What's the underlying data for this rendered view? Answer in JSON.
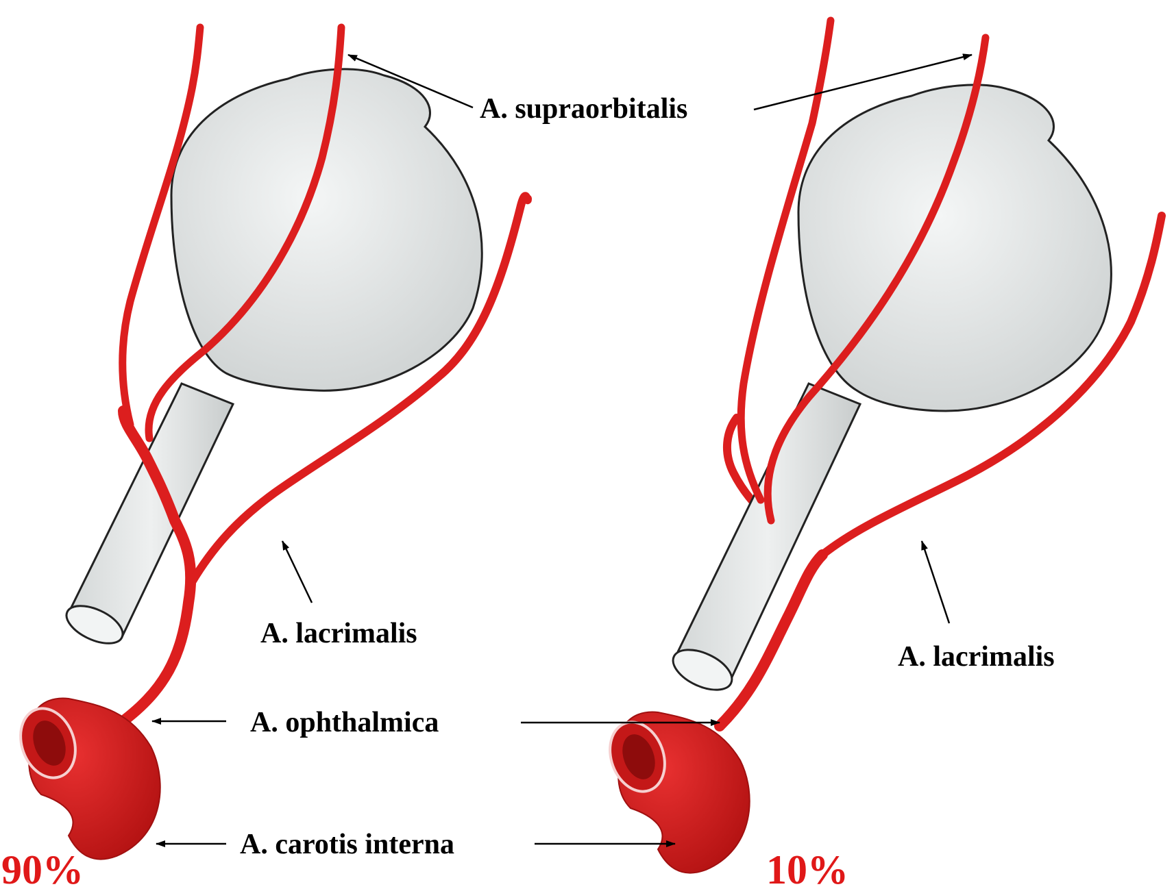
{
  "labels": {
    "supraorbitalis": "A. supraorbitalis",
    "lacrimalis_left": "A. lacrimalis",
    "lacrimalis_right": "A. lacrimalis",
    "ophthalmica": "A. ophthalmica",
    "carotis": "A. carotis interna",
    "percent_left": "90%",
    "percent_right": "10%"
  },
  "colors": {
    "artery": "#dc1e1e",
    "artery_dark": "#b01010",
    "eyeball": "#e8eaea",
    "outline": "#222222",
    "percent_text": "#e01818"
  }
}
